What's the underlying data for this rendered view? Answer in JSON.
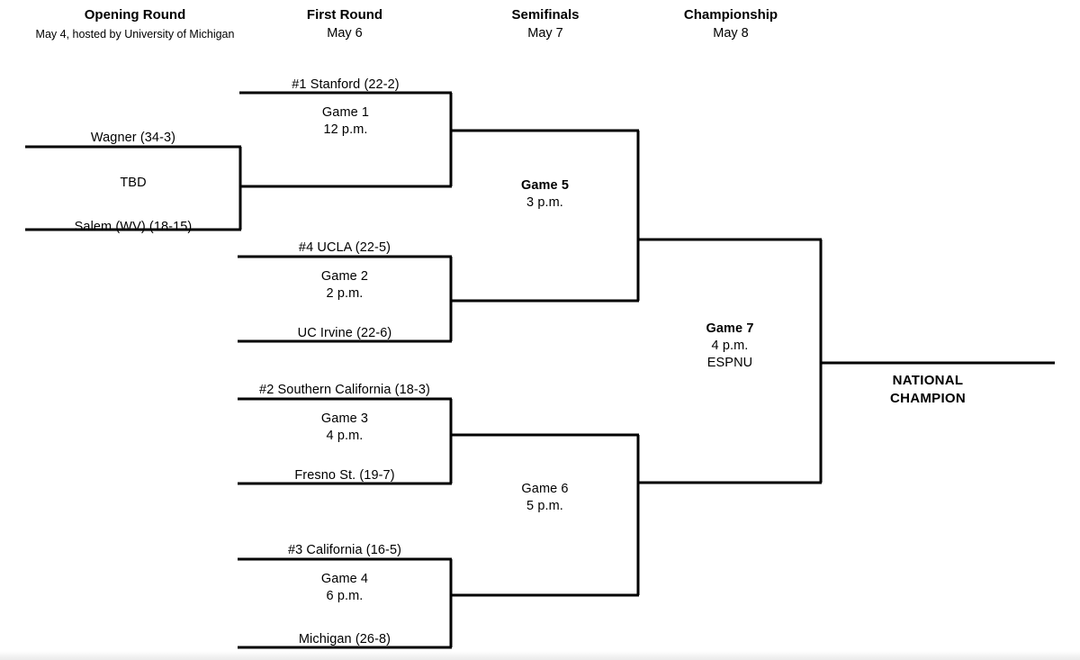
{
  "page": {
    "title": "NCAA Tournament Bracket",
    "background_color": "#ffffff",
    "line_color": "#000000"
  },
  "headers": [
    {
      "name": "opening-round",
      "title": "Opening Round",
      "date": "May 4, hosted by University of Michigan"
    },
    {
      "name": "first-round",
      "title": "First Round",
      "date": "May 6"
    },
    {
      "name": "semifinals",
      "title": "Semifinals",
      "date": "May 7"
    },
    {
      "name": "championship",
      "title": "Championship",
      "date": "May 8"
    }
  ],
  "opening_round": {
    "top_team": "Wagner (34-3)",
    "bottom_team": "Salem (WV) (18-15)",
    "game_label": "TBD"
  },
  "first_round": [
    {
      "game": "Game 1",
      "time": "12 p.m.",
      "top_team": "#1 Stanford (22-2)",
      "bottom_team": ""
    },
    {
      "game": "Game 2",
      "time": "2 p.m.",
      "top_team": "#4 UCLA (22-5)",
      "bottom_team": "UC Irvine (22-6)"
    },
    {
      "game": "Game 3",
      "time": "4 p.m.",
      "top_team": "#2 Southern California (18-3)",
      "bottom_team": "Fresno St. (19-7)"
    },
    {
      "game": "Game 4",
      "time": "6 p.m.",
      "top_team": "#3 California (16-5)",
      "bottom_team": "Michigan (26-8)"
    }
  ],
  "semifinals": [
    {
      "game": "Game 5",
      "time": "3 p.m.",
      "bold": true
    },
    {
      "game": "Game 6",
      "time": "5 p.m.",
      "bold": false
    }
  ],
  "final": {
    "game": "Game 7",
    "time": "4 p.m.",
    "network": "ESPNU"
  },
  "champion": {
    "line1": "NATIONAL",
    "line2": "CHAMPION"
  }
}
